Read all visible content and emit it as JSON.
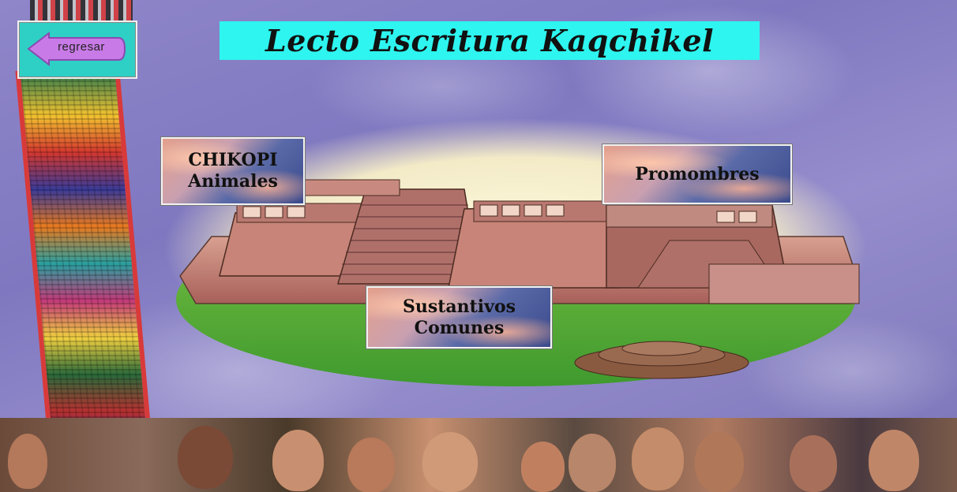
{
  "header": {
    "title": "Lecto Escritura Kaqchikel"
  },
  "nav": {
    "back_label": "regresar"
  },
  "menu": {
    "animals": {
      "line1": "CHIKOPI",
      "line2": "Animales"
    },
    "pronouns": {
      "label": "Promombres"
    },
    "nouns": {
      "line1": "Sustantivos",
      "line2": "Comunes"
    }
  },
  "icons": {
    "back": "left-arrow-icon"
  },
  "colors": {
    "title_bg": "#2ef5ef",
    "back_frame": "#2ecfc4",
    "back_arrow": "#c87ae6",
    "background": "#8f86c9"
  }
}
